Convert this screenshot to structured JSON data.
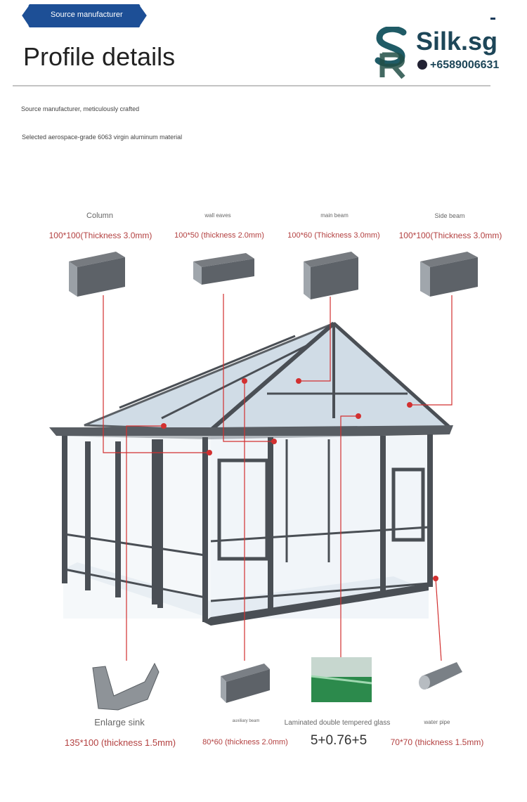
{
  "banner": {
    "label": "Source manufacturer"
  },
  "header": {
    "title": "Profile details"
  },
  "logo": {
    "brand": "Silk.sg",
    "phone": "+6589006631",
    "monogram": "SR"
  },
  "intro": [
    "Source manufacturer, meticulously crafted",
    "Selected aerospace-grade 6063 virgin aluminum material"
  ],
  "top_parts": [
    {
      "name": "Column",
      "spec": "100*100(Thickness 3.0mm)"
    },
    {
      "name": "wall eaves",
      "spec": "100*50 (thickness 2.0mm)"
    },
    {
      "name": "main beam",
      "spec": "100*60 (Thickness 3.0mm)"
    },
    {
      "name": "Side beam",
      "spec": "100*100(Thickness 3.0mm)"
    }
  ],
  "bottom_parts": [
    {
      "name": "Enlarge sink",
      "spec": "135*100 (thickness 1.5mm)"
    },
    {
      "name": "auxiliary beam",
      "spec": "80*60 (thickness 2.0mm)"
    },
    {
      "name": "Laminated double tempered glass",
      "spec": "5+0.76+5"
    },
    {
      "name": "water pipe",
      "spec": "70*70 (thickness 1.5mm)"
    }
  ],
  "colors": {
    "accent": "#b34040",
    "leader": "#d23030",
    "frame": "#4a4f55"
  }
}
